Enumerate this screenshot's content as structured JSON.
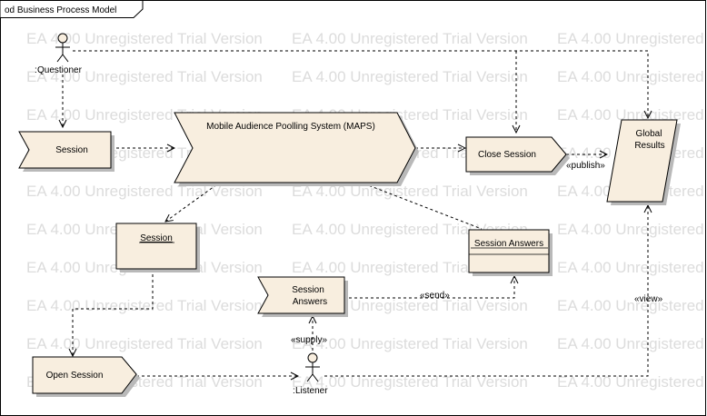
{
  "frame": {
    "title": "od Business Process Model"
  },
  "watermark": {
    "text": "EA 4.00 Unregistered Trial Version"
  },
  "actors": {
    "questioner": "Questioner",
    "listener": "Listener"
  },
  "nodes": {
    "session_event": "Session",
    "maps": "Mobile Audience Poolling System (MAPS)",
    "close_session": "Close Session",
    "global_results_line1": "Global",
    "global_results_line2": "Results",
    "session_object": "Session",
    "session_answers_object": "Session Answers",
    "session_answers_event_line1": "Session",
    "session_answers_event_line2": "Answers",
    "open_session": "Open Session"
  },
  "stereotypes": {
    "publish": "«publish»",
    "send": "«send»",
    "supply": "«supply»",
    "view": "«view»"
  }
}
